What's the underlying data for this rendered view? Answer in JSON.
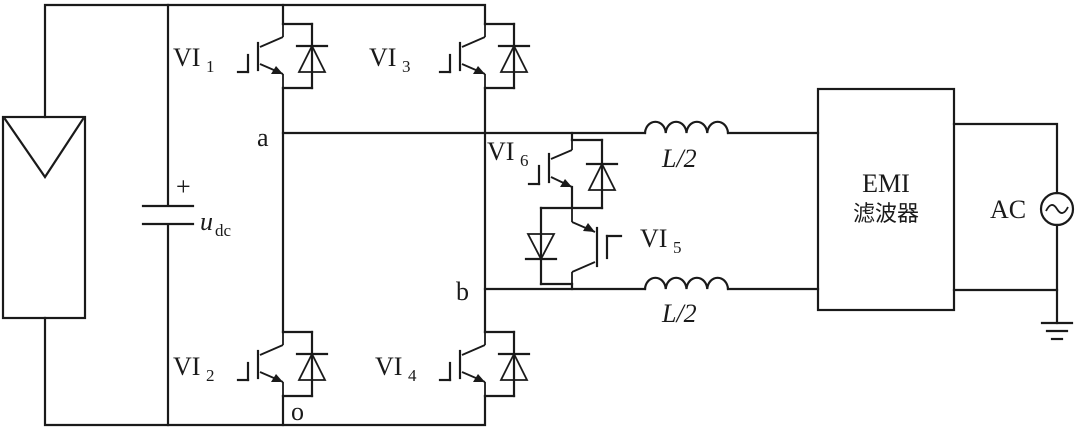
{
  "labels": {
    "vi1_main": "VI",
    "vi1_sub": "1",
    "vi2_main": "VI",
    "vi2_sub": "2",
    "vi3_main": "VI",
    "vi3_sub": "3",
    "vi4_main": "VI",
    "vi4_sub": "4",
    "vi5_main": "VI",
    "vi5_sub": "5",
    "vi6_main": "VI",
    "vi6_sub": "6",
    "node_a": "a",
    "node_b": "b",
    "node_o": "o",
    "cap_plus": "+",
    "udc_main": "u",
    "udc_sub": "dc",
    "inductor_top": "L/2",
    "inductor_bottom": "L/2",
    "emi_line1": "EMI",
    "emi_line2": "滤波器",
    "ac_label": "AC"
  }
}
